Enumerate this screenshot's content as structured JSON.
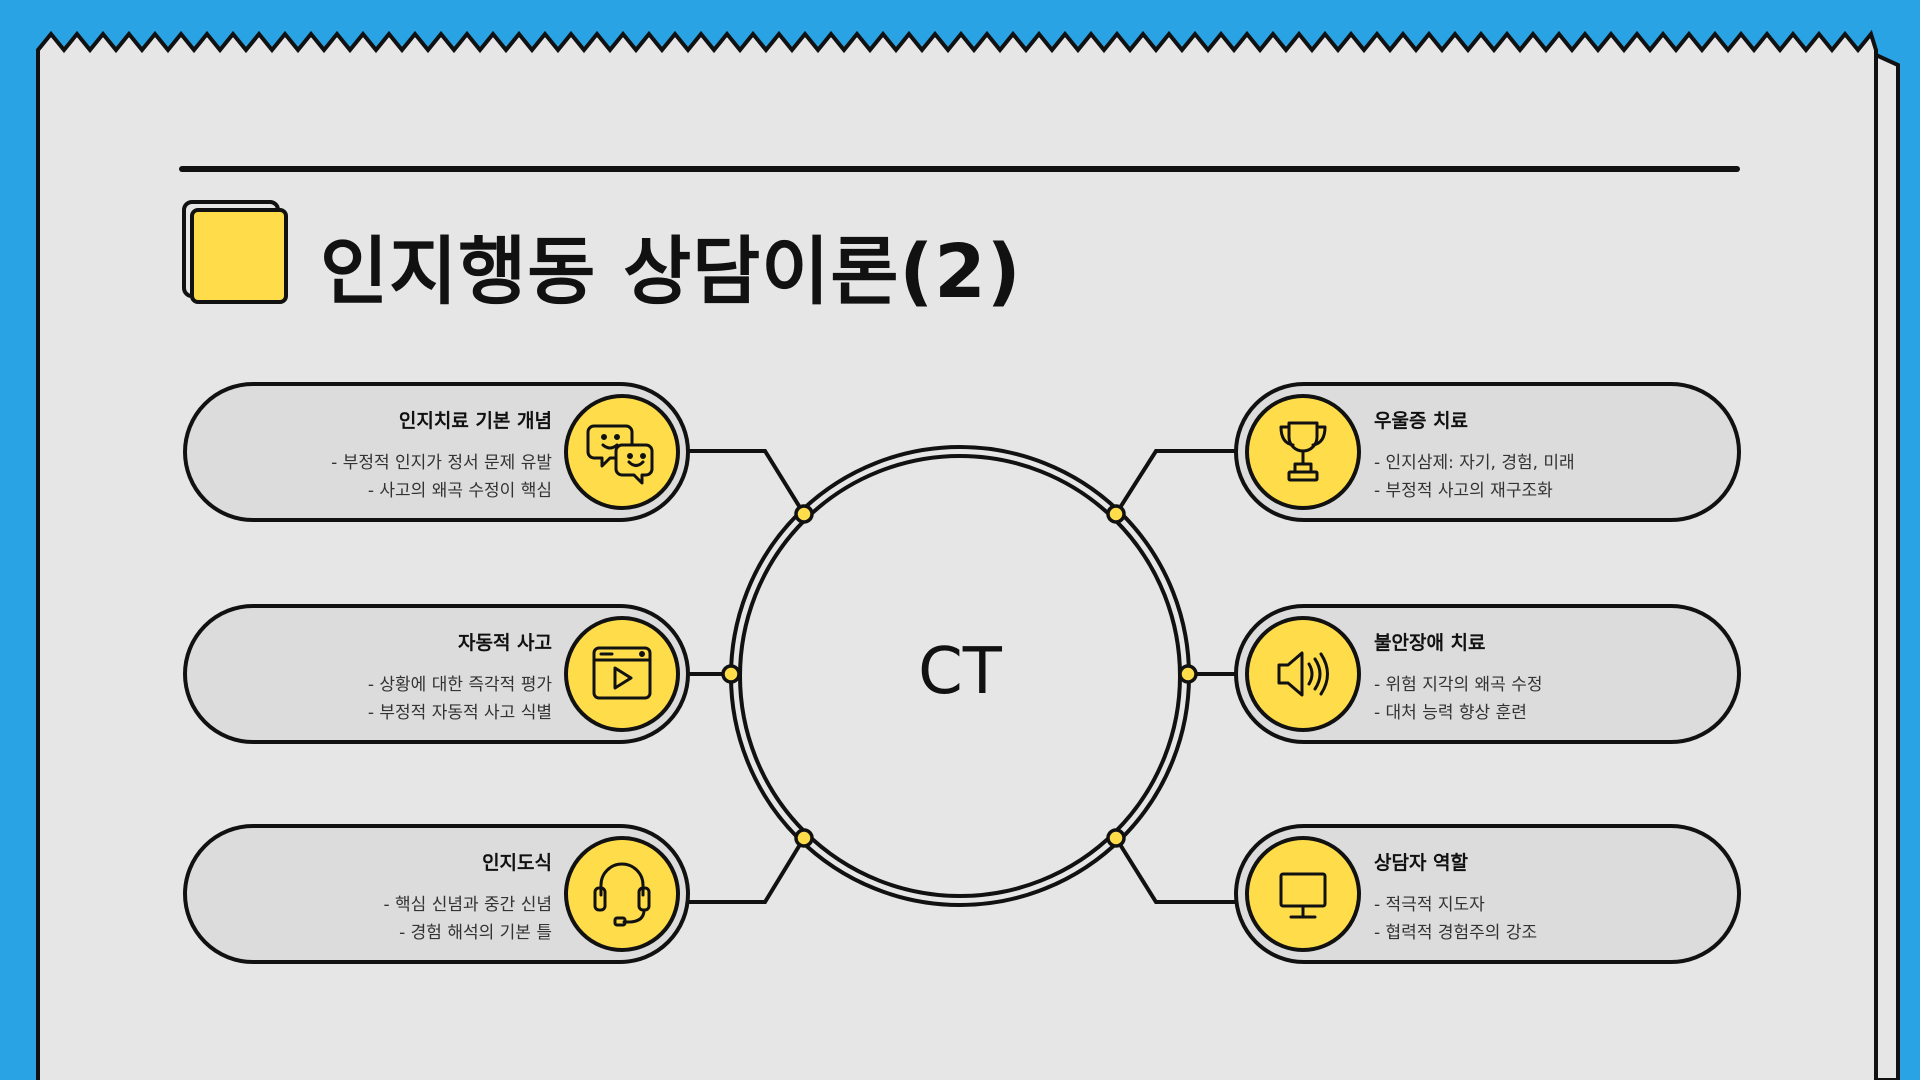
{
  "title": "인지행동 상담이론(2)",
  "center_label": "CT",
  "colors": {
    "background": "#29a3e3",
    "paper": "#e6e6e6",
    "accent": "#ffdd4a",
    "ink": "#111111",
    "pill": "#dcdcdc"
  },
  "left_items": [
    {
      "title": "인지치료 기본 개념",
      "lines": [
        "- 부정적 인지가 정서 문제 유발",
        "- 사고의 왜곡 수정이 핵심"
      ],
      "icon": "chat-bubbles-icon"
    },
    {
      "title": "자동적 사고",
      "lines": [
        "- 상황에 대한 즉각적 평가",
        "- 부정적 자동적 사고 식별"
      ],
      "icon": "video-play-icon"
    },
    {
      "title": "인지도식",
      "lines": [
        "- 핵심 신념과 중간 신념",
        "- 경험 해석의 기본 틀"
      ],
      "icon": "headset-icon"
    }
  ],
  "right_items": [
    {
      "title": "우울증 치료",
      "lines": [
        "- 인지삼제: 자기, 경험, 미래",
        "- 부정적 사고의 재구조화"
      ],
      "icon": "trophy-icon"
    },
    {
      "title": "불안장애 치료",
      "lines": [
        "- 위험 지각의 왜곡 수정",
        "- 대처 능력 향상 훈련"
      ],
      "icon": "speaker-icon"
    },
    {
      "title": "상담자 역할",
      "lines": [
        "- 적극적 지도자",
        "- 협력적 경험주의 강조"
      ],
      "icon": "monitor-icon"
    }
  ]
}
